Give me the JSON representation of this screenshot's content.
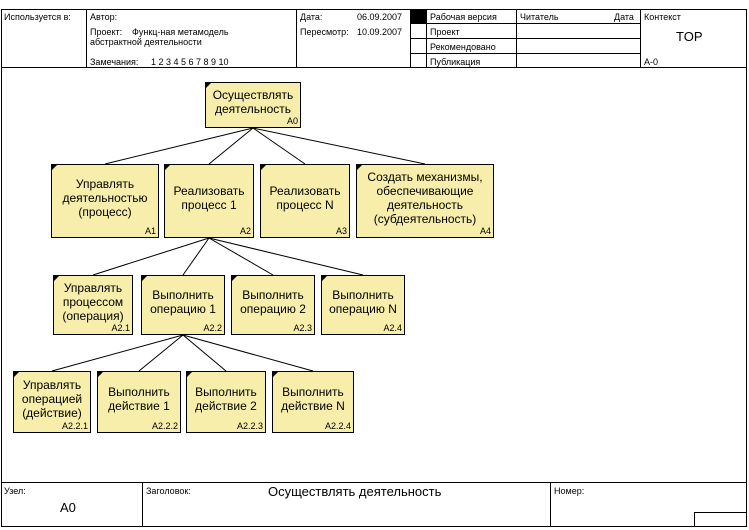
{
  "header": {
    "used_at": "Используется в:",
    "author": "Автор:",
    "project_label": "Проект:",
    "project_value": "Функц-ная метамодель",
    "project_value2": "абстрактной деятельности",
    "notes_label": "Замечания:",
    "notes_numbers": "1  2  3  4  5  6  7  8  9  10",
    "date_label": "Дата:",
    "date_value": "06.09.2007",
    "revision_label": "Пересмотр:",
    "revision_value": "10.09.2007",
    "status_working": "Рабочая версия",
    "status_draft": "Проект",
    "status_recommended": "Рекомендовано",
    "status_publication": "Публикация",
    "reader": "Читатель",
    "reader_date": "Дата",
    "context_label": "Контекст",
    "context_value": "TOP",
    "context_node": "A-0"
  },
  "footer": {
    "node_label": "Узел:",
    "node_value": "A0",
    "title_label": "Заголовок:",
    "title_value": "Осуществлять деятельность",
    "number_label": "Номер:"
  },
  "diagram": {
    "nodes": [
      {
        "id": "A0",
        "lines": [
          "Осуществлять",
          "деятельность"
        ],
        "code": "A0"
      },
      {
        "id": "A1",
        "lines": [
          "Управлять",
          "деятельностью",
          "(процесс)"
        ],
        "code": "A1"
      },
      {
        "id": "A2",
        "lines": [
          "Реализовать",
          "процесс 1"
        ],
        "code": "A2"
      },
      {
        "id": "A3",
        "lines": [
          "Реализовать",
          "процесс N"
        ],
        "code": "A3"
      },
      {
        "id": "A4",
        "lines": [
          "Создать механизмы,",
          "обеспечивающие",
          "деятельность",
          "(субдеятельность)"
        ],
        "code": "A4"
      },
      {
        "id": "A2.1",
        "lines": [
          "Управлять",
          "процессом",
          "(операция)"
        ],
        "code": "A2.1"
      },
      {
        "id": "A2.2",
        "lines": [
          "Выполнить",
          "операцию 1"
        ],
        "code": "A2.2"
      },
      {
        "id": "A2.3",
        "lines": [
          "Выполнить",
          "операцию 2"
        ],
        "code": "A2.3"
      },
      {
        "id": "A2.4",
        "lines": [
          "Выполнить",
          "операцию N"
        ],
        "code": "A2.4"
      },
      {
        "id": "A2.2.1",
        "lines": [
          "Управлять",
          "операцией",
          "(действие)"
        ],
        "code": "A2.2.1"
      },
      {
        "id": "A2.2.2",
        "lines": [
          "Выполнить",
          "действие 1"
        ],
        "code": "A2.2.2"
      },
      {
        "id": "A2.2.3",
        "lines": [
          "Выполнить",
          "действие 2"
        ],
        "code": "A2.2.3"
      },
      {
        "id": "A2.2.4",
        "lines": [
          "Выполнить",
          "действие N"
        ],
        "code": "A2.2.4"
      }
    ],
    "edges": [
      [
        "A0",
        "A1"
      ],
      [
        "A0",
        "A2"
      ],
      [
        "A0",
        "A3"
      ],
      [
        "A0",
        "A4"
      ],
      [
        "A2",
        "A2.1"
      ],
      [
        "A2",
        "A2.2"
      ],
      [
        "A2",
        "A2.3"
      ],
      [
        "A2",
        "A2.4"
      ],
      [
        "A2.2",
        "A2.2.1"
      ],
      [
        "A2.2",
        "A2.2.2"
      ],
      [
        "A2.2",
        "A2.2.3"
      ],
      [
        "A2.2",
        "A2.2.4"
      ]
    ],
    "colors": {
      "box_fill": "#f6eeaa",
      "line": "#000000"
    }
  }
}
